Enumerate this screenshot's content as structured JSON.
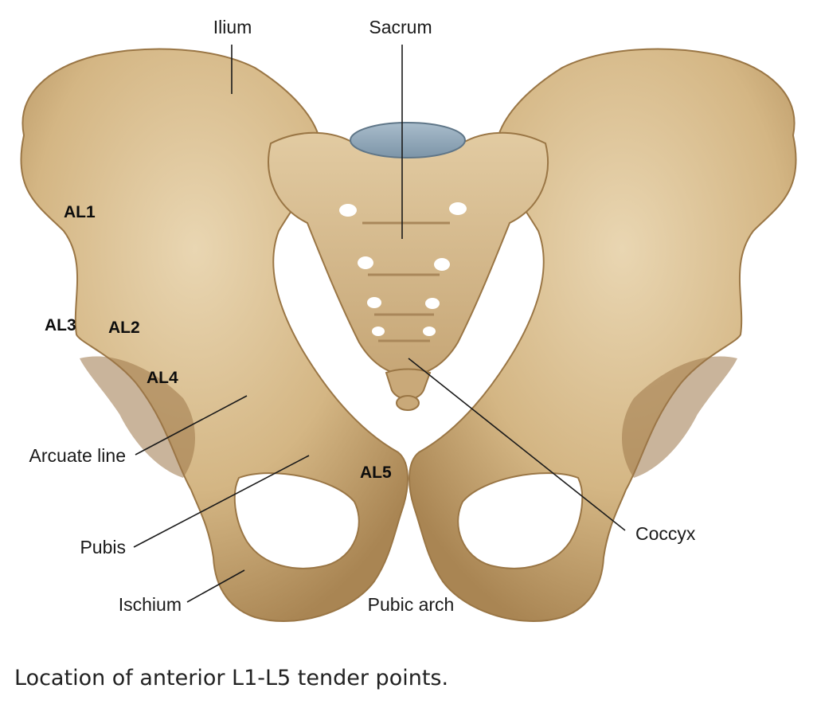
{
  "labels": {
    "ilium": "Ilium",
    "sacrum": "Sacrum",
    "arcuate_line": "Arcuate line",
    "pubis": "Pubis",
    "ischium": "Ischium",
    "pubic_arch": "Pubic arch",
    "coccyx": "Coccyx"
  },
  "tender_points": [
    "AL1",
    "AL2",
    "AL3",
    "AL4",
    "AL5"
  ],
  "caption": "Location of anterior L1-L5 tender points.",
  "colors": {
    "bone": "#d8bc8c",
    "bone_shade": "#b89566",
    "cartilage": "#8ea6b8"
  }
}
